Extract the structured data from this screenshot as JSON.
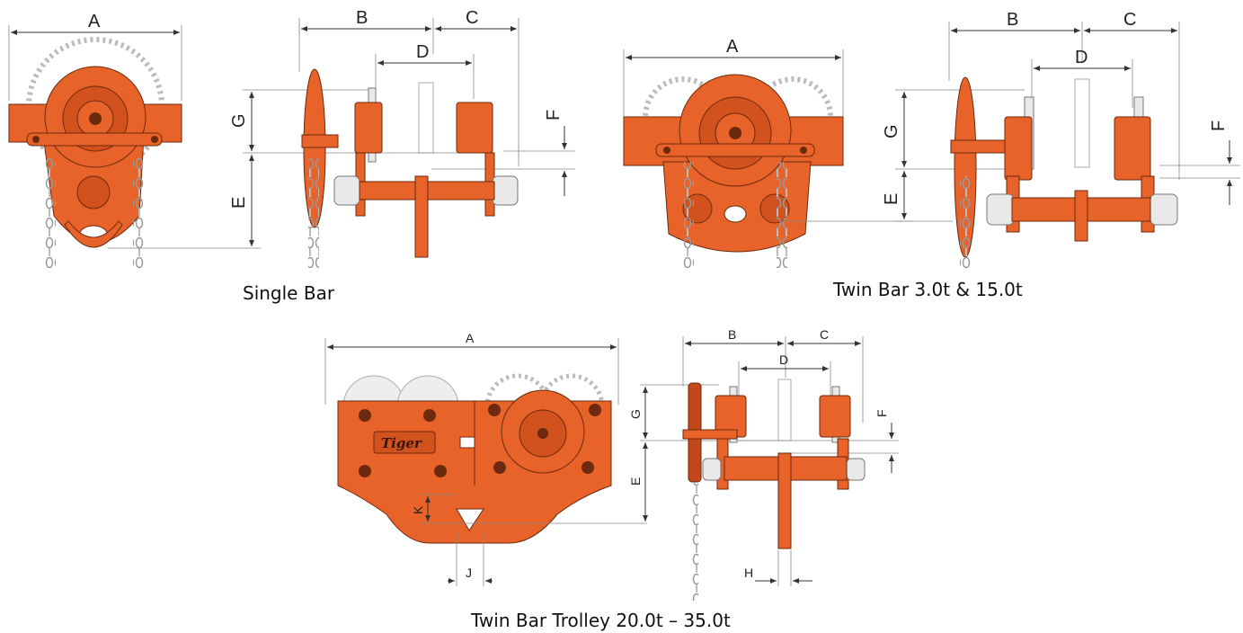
{
  "captions": {
    "single_bar": "Single Bar",
    "twin_bar_small": "Twin Bar 3.0t & 15.0t",
    "twin_bar_large": "Twin Bar Trolley 20.0t – 35.0t"
  },
  "dimension_labels": {
    "a": "A",
    "b": "B",
    "c": "C",
    "d": "D",
    "e": "E",
    "f": "F",
    "g": "G",
    "h": "H",
    "j": "J",
    "k": "K"
  },
  "logo_text": "Tiger",
  "colors": {
    "body_orange": "#e8632a",
    "outline": "#6b2a0e",
    "chain_gray": "#888888",
    "dimension_line": "#333333"
  }
}
